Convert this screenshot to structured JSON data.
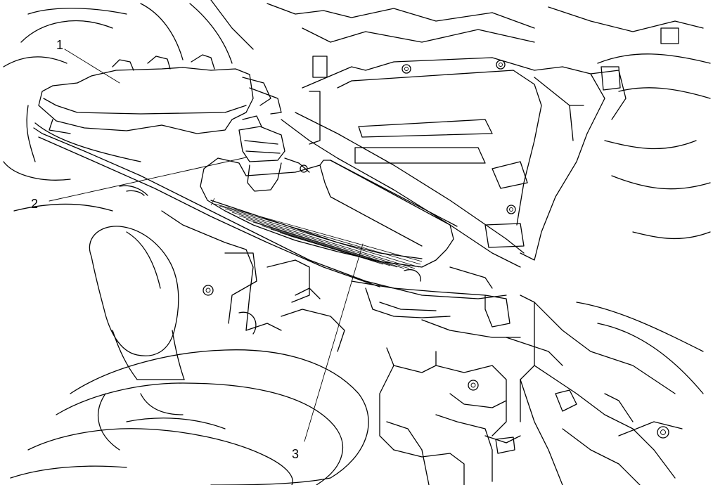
{
  "figure": {
    "background": "#ffffff",
    "stroke_color": "#000000",
    "callouts": [
      {
        "id": "1",
        "label": "1"
      },
      {
        "id": "2",
        "label": "2"
      },
      {
        "id": "3",
        "label": "3"
      }
    ]
  }
}
